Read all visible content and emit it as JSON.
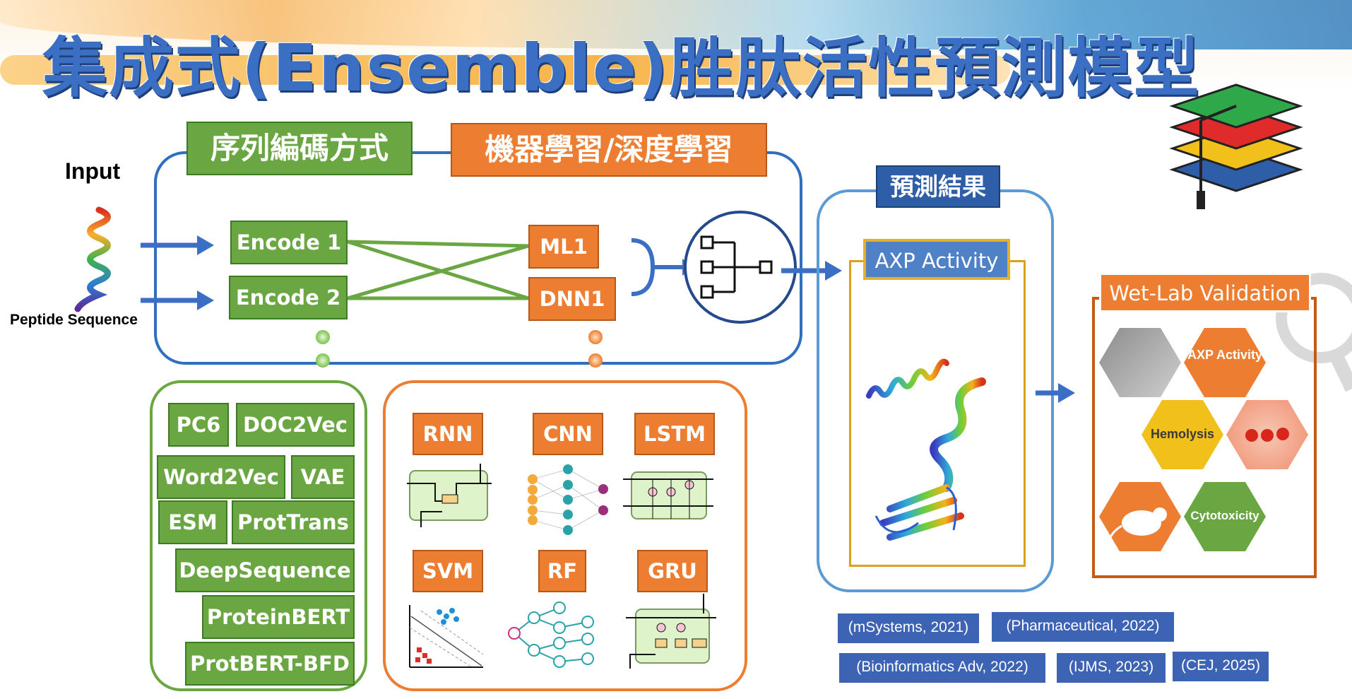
{
  "title": "集成式(Ensemble)胜肽活性預測模型",
  "input": {
    "label": "Input",
    "peptide_label": "Peptide Sequence"
  },
  "encoding_header": "序列編碼方式",
  "ml_header": "機器學習/深度學習",
  "encoders": [
    "Encode 1",
    "Encode 2"
  ],
  "models": [
    "ML1",
    "DNN1"
  ],
  "encoding_methods": [
    "PC6",
    "DOC2Vec",
    "Word2Vec",
    "VAE",
    "ESM",
    "ProtTrans",
    "DeepSequence",
    "ProteinBERT",
    "ProtBERT-BFD"
  ],
  "ml_methods": [
    "RNN",
    "CNN",
    "LSTM",
    "SVM",
    "RF",
    "GRU"
  ],
  "prediction": {
    "header": "預測結果",
    "activity": "AXP Activity"
  },
  "validation": {
    "header": "Wet-Lab Validation",
    "items": [
      "AXP Activity",
      "Hemolysis",
      "Cytotoxicity"
    ]
  },
  "references": [
    "(mSystems, 2021)",
    "(Pharmaceutical, 2022)",
    "(Bioinformatics Adv, 2022)",
    "(IJMS, 2023)",
    "(CEJ, 2025)"
  ],
  "colors": {
    "green": "#6aa642",
    "orange": "#ed7d31",
    "blue": "#2e5ea8",
    "title": "#3a6fc4"
  }
}
